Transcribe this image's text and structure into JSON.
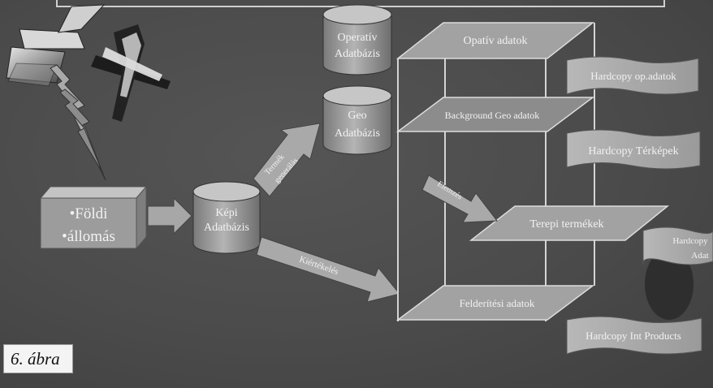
{
  "caption": "6. ábra",
  "databases": {
    "operativ": {
      "line1": "Operatív",
      "line2": "Adatbázis"
    },
    "geo": {
      "line1": "Geo",
      "line2": "Adatbázis"
    },
    "kepi": {
      "line1": "Képi",
      "line2": "Adatbázis"
    }
  },
  "station": {
    "line1": "•Földi",
    "line2": "•állomás"
  },
  "planes": {
    "opativ": "Opatív adatok",
    "background": "Background Geo adatok",
    "terepi": "Terepi termékek",
    "felderitesi": "Felderítési adatok"
  },
  "arrows": {
    "kepi_geo": {
      "line1": "Termék",
      "line2": "generálás"
    },
    "kepi_feld": "Kiértékelés",
    "elemzes": "Elemzés"
  },
  "banners": {
    "op_adatok": "Hardcopy op.adatok",
    "terkepek": "Hardcopy Térképek",
    "adat": {
      "line1": "Hardcopy",
      "line2": "Adat"
    },
    "int_products": "Hardcopy Int Products"
  },
  "colors": {
    "background": "#4a4a4a",
    "shape_fill": "#9a9a9a",
    "shape_light": "#c9c9c9",
    "line": "#d0d0d0"
  }
}
